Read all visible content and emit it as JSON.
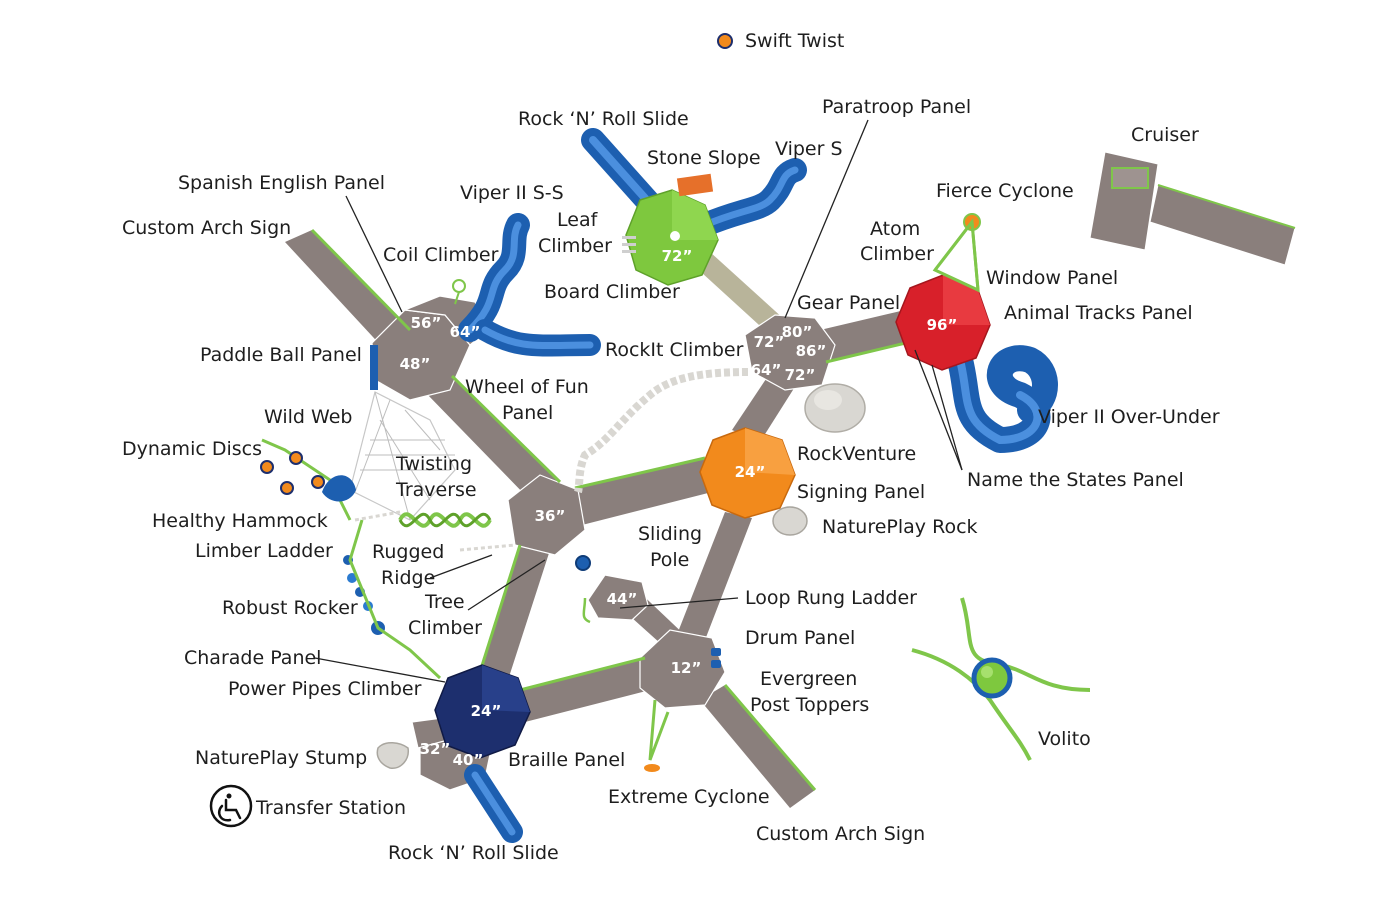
{
  "labels": {
    "swift_twist": "Swift Twist",
    "rock_n_roll_slide_top": "Rock ‘N’ Roll Slide",
    "paratroop_panel": "Paratroop Panel",
    "stone_slope": "Stone Slope",
    "viper_s": "Viper S",
    "cruiser": "Cruiser",
    "spanish_english_panel": "Spanish English Panel",
    "viper_ii_s_s": "Viper II S-S",
    "leaf_climber_1": "Leaf",
    "leaf_climber_2": "Climber",
    "fierce_cyclone": "Fierce Cyclone",
    "custom_arch_sign_top": "Custom Arch Sign",
    "coil_climber": "Coil Climber",
    "atom_climber_1": "Atom",
    "atom_climber_2": "Climber",
    "window_panel": "Window Panel",
    "board_climber": "Board Climber",
    "gear_panel": "Gear Panel",
    "animal_tracks_panel": "Animal Tracks Panel",
    "paddle_ball_panel": "Paddle Ball Panel",
    "rockit_climber": "RockIt Climber",
    "wheel_of_fun_1": "Wheel of Fun",
    "wheel_of_fun_2": "Panel",
    "wild_web": "Wild Web",
    "viper_ii_over_under": "Viper II Over-Under",
    "dynamic_discs": "Dynamic Discs",
    "twisting_traverse_1": "Twisting",
    "twisting_traverse_2": "Traverse",
    "rockventure": "RockVenture",
    "name_the_states_panel": "Name the States Panel",
    "signing_panel": "Signing Panel",
    "healthy_hammock": "Healthy Hammock",
    "natureplay_rock": "NaturePlay Rock",
    "sliding_pole_1": "Sliding",
    "sliding_pole_2": "Pole",
    "limber_ladder": "Limber Ladder",
    "rugged_ridge_1": "Rugged",
    "rugged_ridge_2": "Ridge",
    "loop_rung_ladder": "Loop Rung Ladder",
    "tree_climber_1": "Tree",
    "tree_climber_2": "Climber",
    "robust_rocker": "Robust Rocker",
    "drum_panel": "Drum Panel",
    "charade_panel": "Charade Panel",
    "evergreen_post_toppers_1": "Evergreen",
    "evergreen_post_toppers_2": "Post Toppers",
    "power_pipes_climber": "Power Pipes Climber",
    "volito": "Volito",
    "natureplay_stump": "NaturePlay Stump",
    "braille_panel": "Braille Panel",
    "extreme_cyclone": "Extreme Cyclone",
    "transfer_station": "Transfer Station",
    "custom_arch_sign_bottom": "Custom Arch Sign",
    "rock_n_roll_slide_bottom": "Rock ‘N’ Roll Slide"
  },
  "heights": {
    "h72_green": "72”",
    "h96_red": "96”",
    "h56": "56”",
    "h64_left": "64”",
    "h48": "48”",
    "h80": "80”",
    "h72_a": "72”",
    "h86": "86”",
    "h64_b": "64”",
    "h72_b": "72”",
    "h24_orange": "24”",
    "h36": "36”",
    "h44": "44”",
    "h12": "12”",
    "h24_navy": "24”",
    "h32": "32”",
    "h40": "40”"
  },
  "colors": {
    "deck": "#8a7f7c",
    "rail_green": "#7fc64a",
    "roof_green": "#7ec83e",
    "roof_red": "#d8202a",
    "roof_orange": "#f28a1c",
    "roof_navy": "#1d2f6e",
    "slide_blue": "#1d5fb0",
    "rock_grey": "#d9d7d2"
  }
}
